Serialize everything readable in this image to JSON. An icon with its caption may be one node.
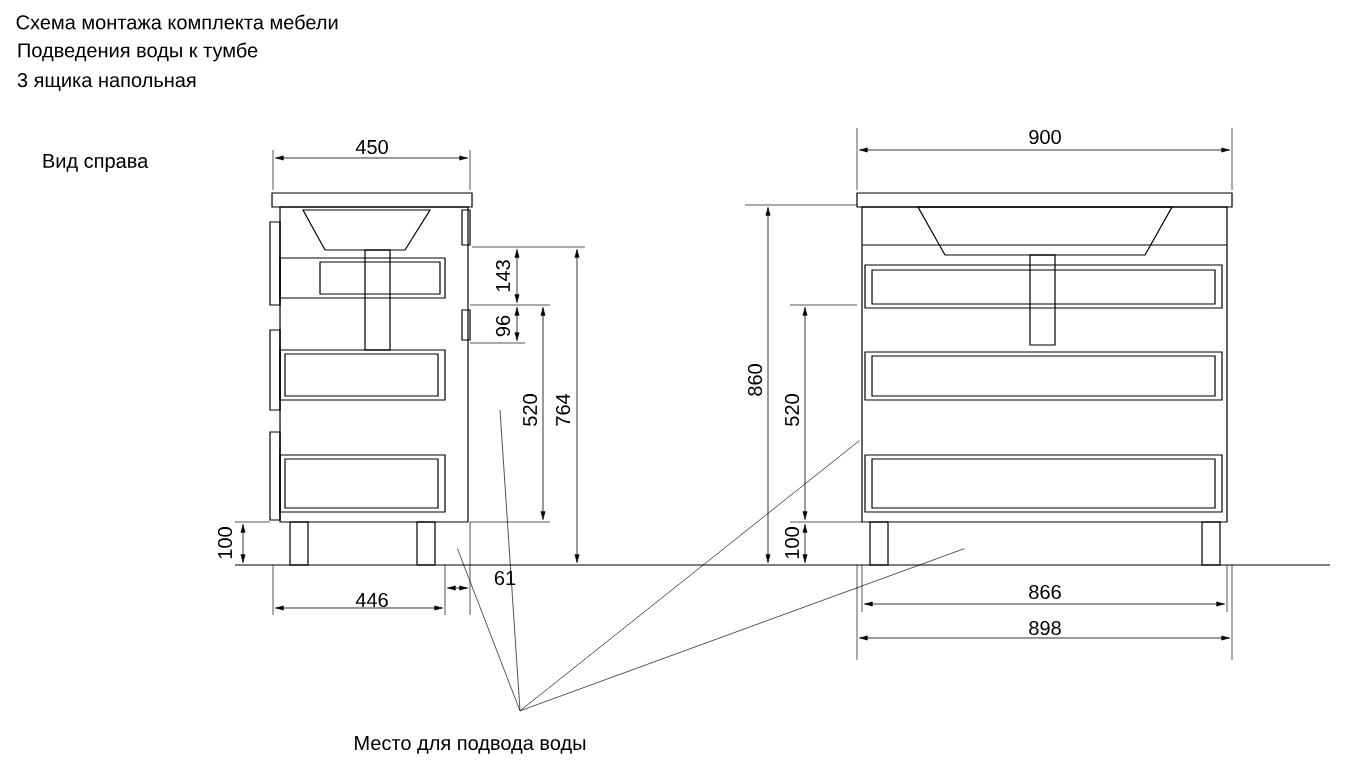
{
  "diagram": {
    "title": "Схема монтажа комплекта мебели",
    "nodes": [
      {
        "text": [
          "Место для подвода воды"
        ]
      },
      {
        "text": [],
        "shape": "picture"
      },
      {
        "text": [],
        "shape": "picture"
      }
    ],
    "edges": [
      {
        "from": 0,
        "to": null,
        "arrow": "none"
      },
      {
        "from": 0,
        "to": 1,
        "arrow": "none"
      },
      {
        "from": 0,
        "to": 2,
        "arrow": "none"
      },
      {
        "from": 0,
        "to": 2,
        "arrow": "none"
      }
    ],
    "labels": [
      "Подведения воды к тумбе",
      "3 ящика напольная",
      "Вид справа",
      "450",
      "143",
      "96",
      "520",
      "764",
      "100",
      "446",
      "61",
      "900",
      "860",
      "520",
      "100",
      "866",
      "898"
    ]
  }
}
